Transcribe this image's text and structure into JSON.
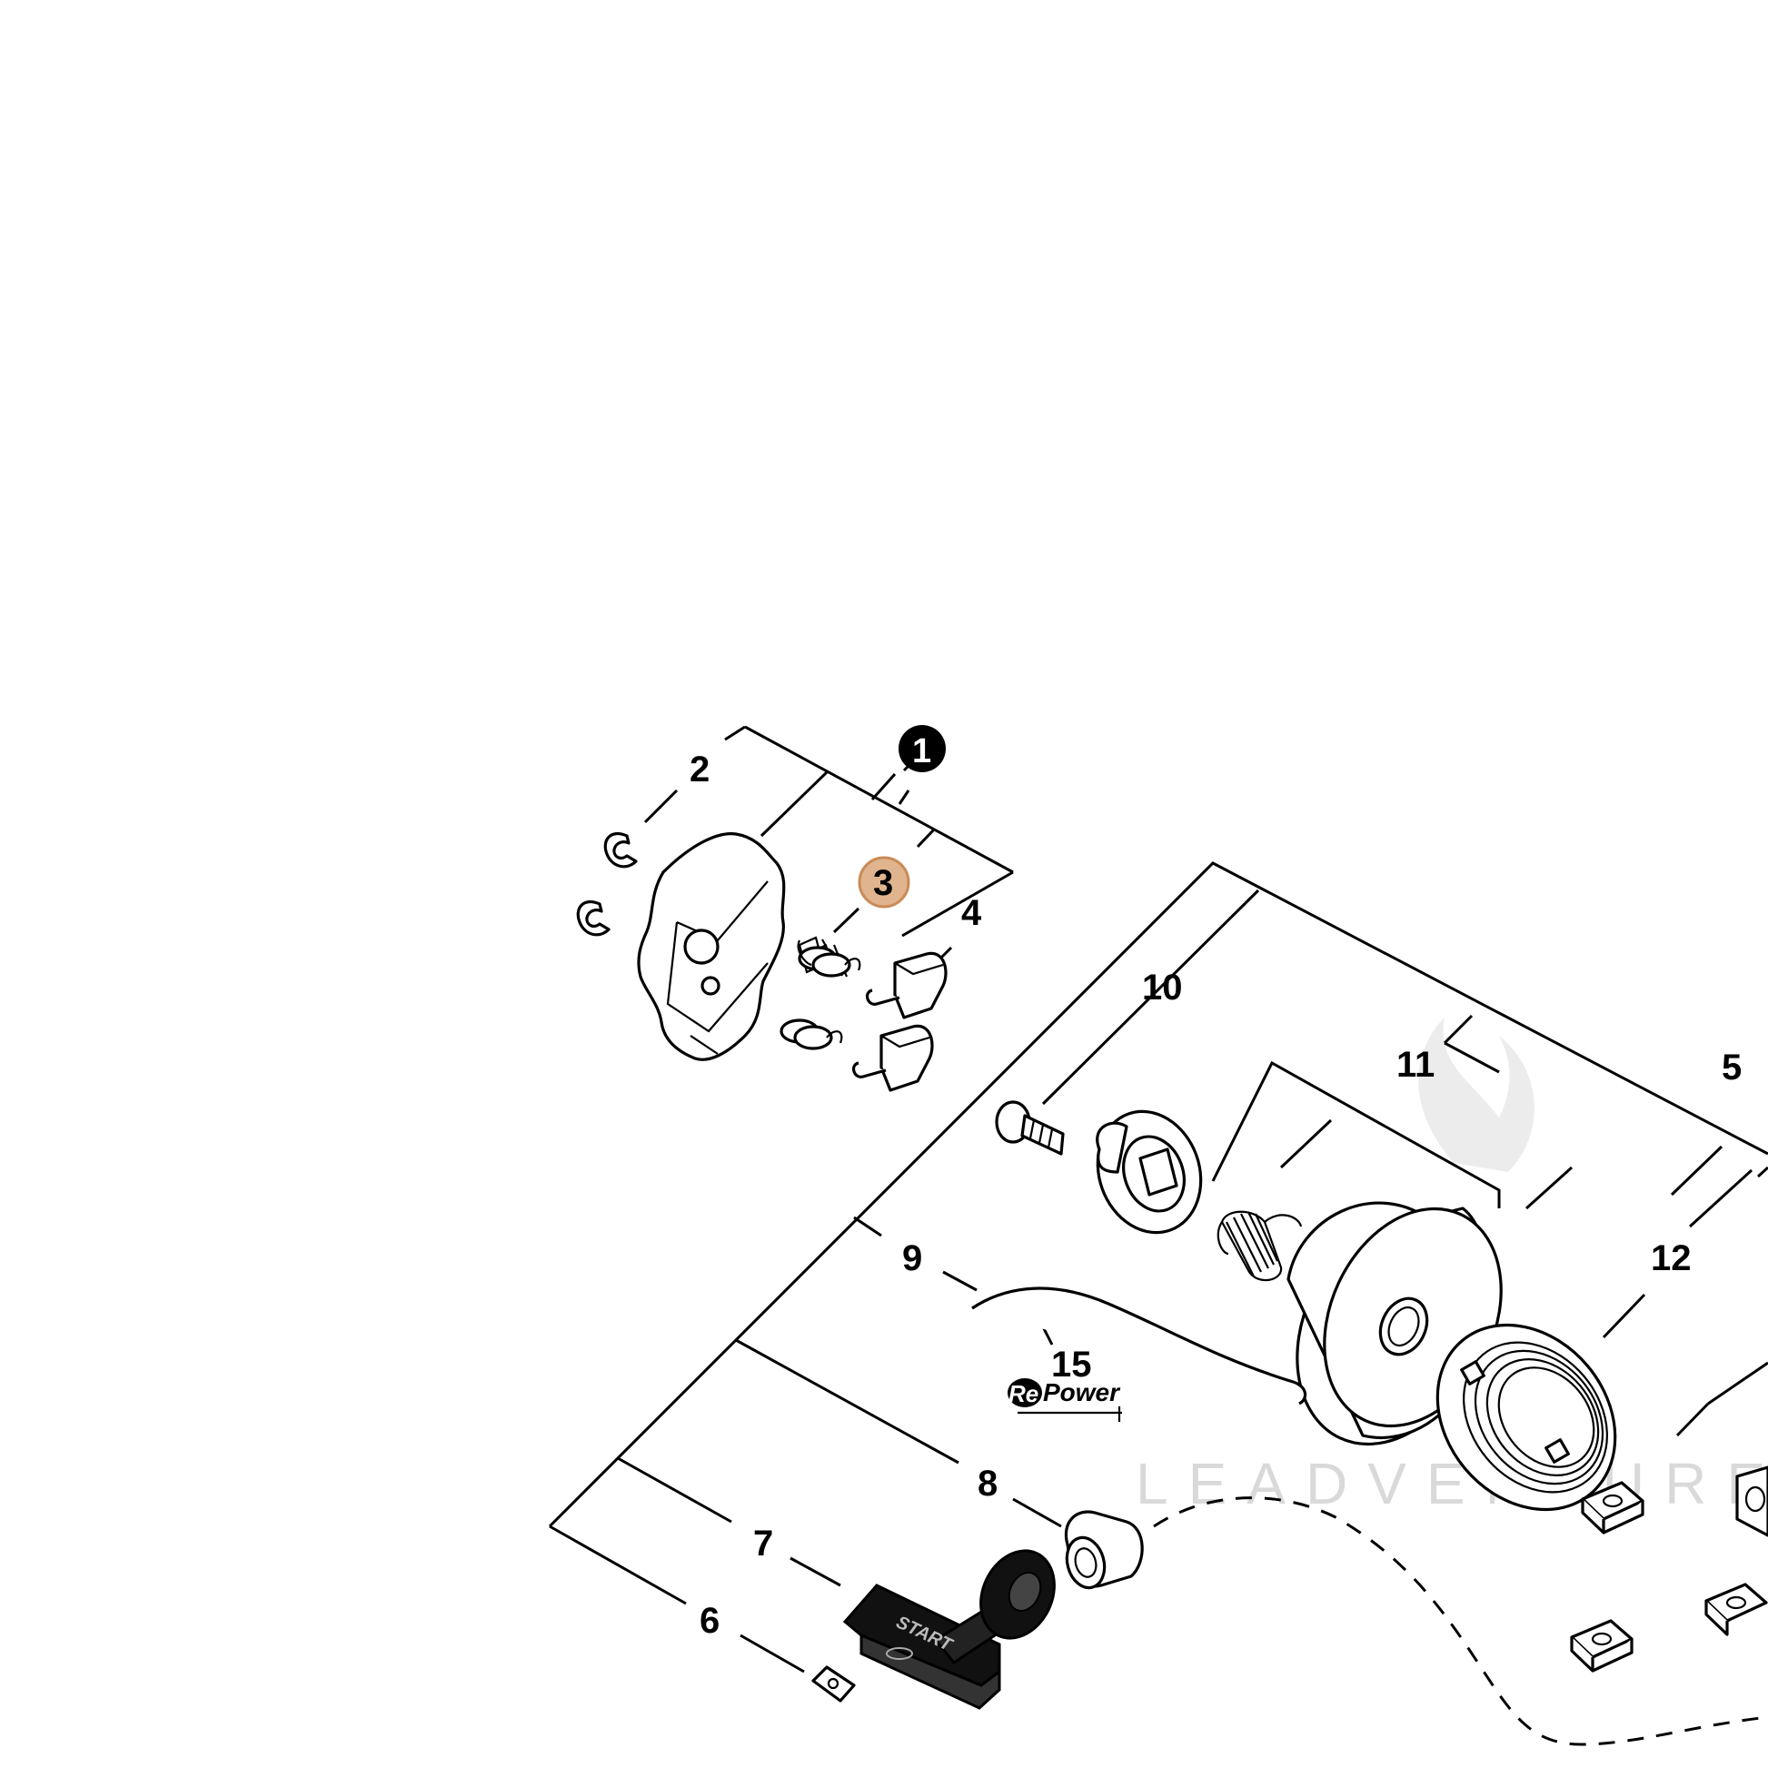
{
  "callouts": {
    "c1": "1",
    "c2": "2",
    "c3": "3",
    "c4": "4",
    "c5": "5",
    "c6": "6",
    "c7": "7",
    "c8": "8",
    "c9": "9",
    "c10": "10",
    "c11": "11",
    "c12": "12",
    "c15": "15"
  },
  "handle_text": "START",
  "repower_logo": {
    "re": "Re",
    "power": "Power"
  },
  "watermark": "LEADVENTURE",
  "colors": {
    "line": "#000000",
    "highlight_fill": "#e0b48e",
    "highlight_stroke": "#c98b57",
    "watermark": "#d9d9d9"
  }
}
